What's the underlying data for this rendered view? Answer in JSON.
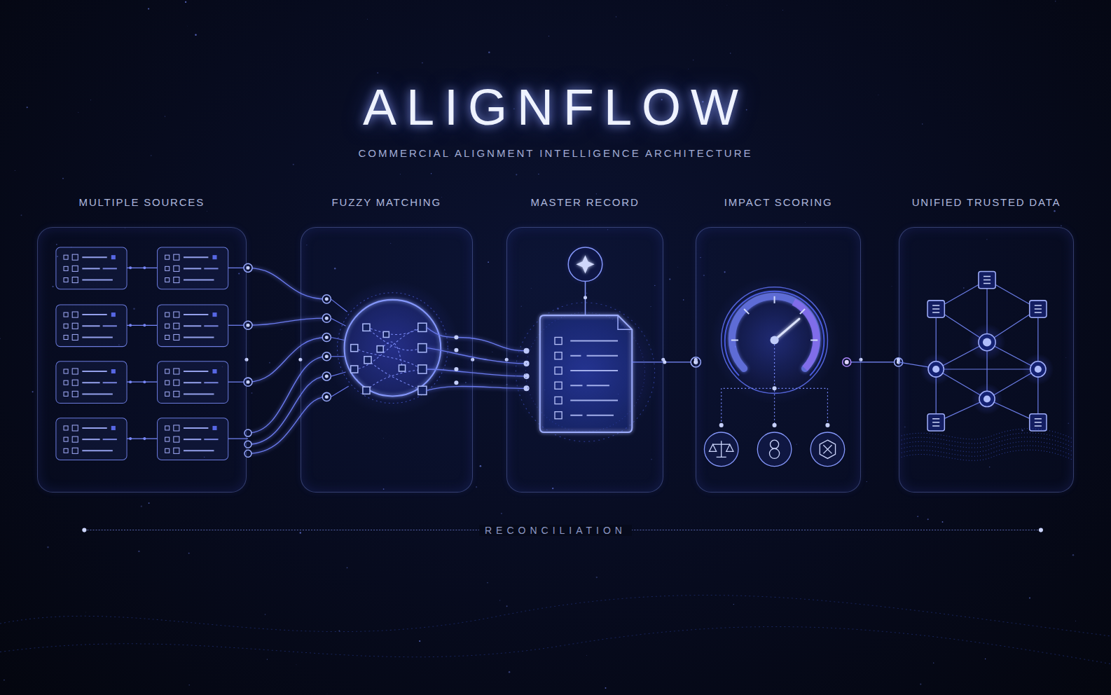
{
  "diagram": {
    "title": "ALIGNFLOW",
    "caption": "COMMERCIAL ALIGNMENT INTELLIGENCE ARCHITECTURE",
    "nodes": [
      {
        "text": [
          "MULTIPLE SOURCES"
        ]
      },
      {
        "text": [
          "FUZZY MATCHING"
        ]
      },
      {
        "text": [
          "MASTER RECORD"
        ]
      },
      {
        "text": [
          "IMPACT SCORING"
        ]
      },
      {
        "text": [
          "UNIFIED TRUSTED DATA"
        ]
      }
    ],
    "edges": [
      {
        "from": 0,
        "to": 1,
        "arrow": "none"
      },
      {
        "from": 1,
        "to": 2,
        "arrow": "none"
      },
      {
        "from": 2,
        "to": 3,
        "arrow": "none"
      },
      {
        "from": 3,
        "to": 4,
        "arrow": "none"
      }
    ],
    "labels": [
      "RECONCILIATION"
    ]
  }
}
